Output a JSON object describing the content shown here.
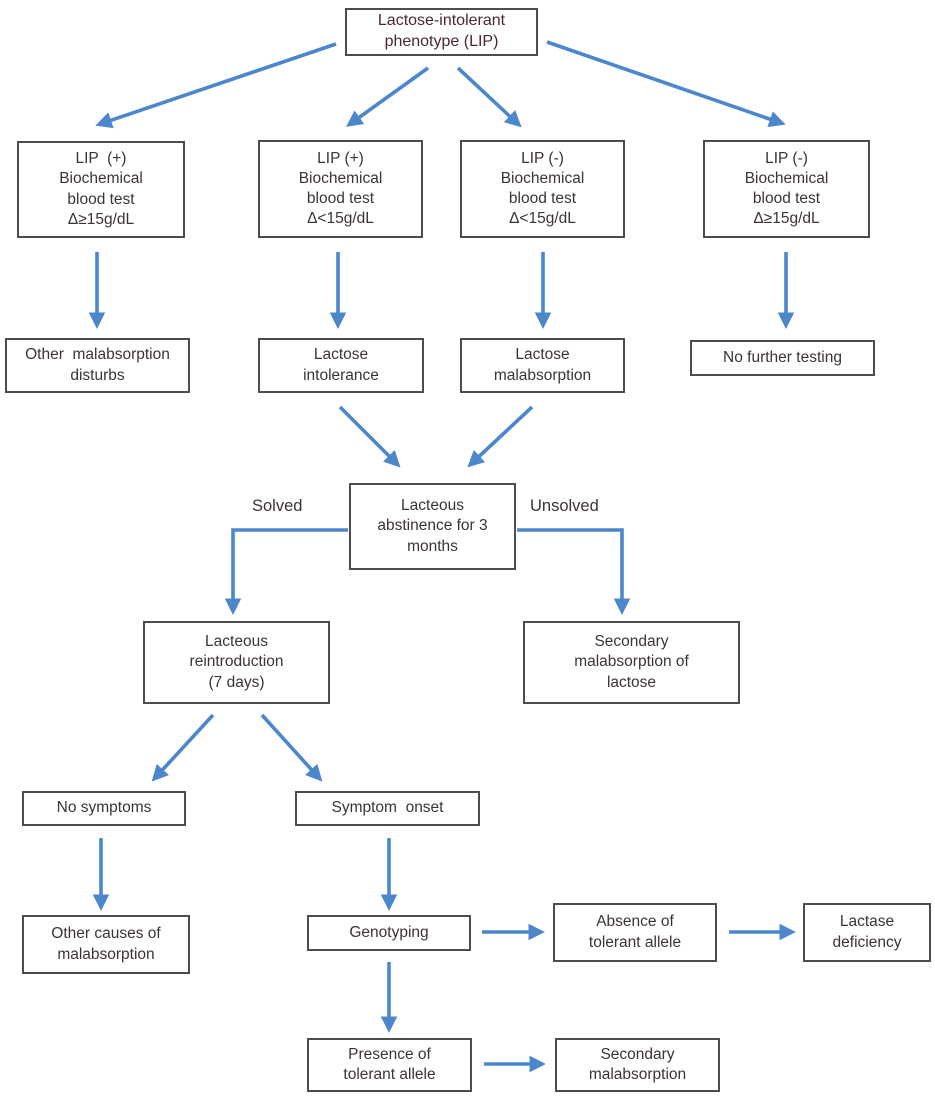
{
  "title": "Lactose-intolerant phenotype diagnostic flowchart",
  "colors": {
    "arrow": "#4c87cb",
    "box-border": "#4d4d4d",
    "text": "#3b3338",
    "title-text": "#4a2736",
    "bg": "#ffffff"
  },
  "nodes": {
    "lip": {
      "label": "Lactose-intolerant\nphenotype (LIP)"
    },
    "lip_pos_high": {
      "label": "LIP  (+)\nBiochemical\nblood test\nΔ≥15g/dL"
    },
    "lip_pos_low": {
      "label": "LIP (+)\nBiochemical\nblood test\nΔ<15g/dL"
    },
    "lip_neg_low": {
      "label": "LIP (-)\nBiochemical\nblood test\nΔ<15g/dL"
    },
    "lip_neg_high": {
      "label": "LIP (-)\nBiochemical\nblood test\nΔ≥15g/dL"
    },
    "other_malabsorption": {
      "label": "Other  malabsorption\ndisturbs"
    },
    "lactose_intolerance": {
      "label": "Lactose\nintolerance"
    },
    "lactose_malabsorption": {
      "label": "Lactose\nmalabsorption"
    },
    "no_further_testing": {
      "label": "No further testing"
    },
    "abstinence": {
      "label": "Lacteous\nabstinence for 3\nmonths"
    },
    "reintroduction": {
      "label": "Lacteous\nreintroduction\n(7 days)"
    },
    "secondary_malabsorption_lactose": {
      "label": "Secondary\nmalabsorption of\nlactose"
    },
    "no_symptoms": {
      "label": "No symptoms"
    },
    "symptom_onset": {
      "label": "Symptom  onset"
    },
    "other_causes": {
      "label": "Other causes of\nmalabsorption"
    },
    "genotyping": {
      "label": "Genotyping"
    },
    "absence_allele": {
      "label": "Absence of\ntolerant allele"
    },
    "lactase_deficiency": {
      "label": "Lactase\ndeficiency"
    },
    "presence_allele": {
      "label": "Presence of\ntolerant allele"
    },
    "secondary_malabsorption": {
      "label": "Secondary\nmalabsorption"
    }
  },
  "edge_labels": {
    "solved": "Solved",
    "unsolved": "Unsolved"
  }
}
